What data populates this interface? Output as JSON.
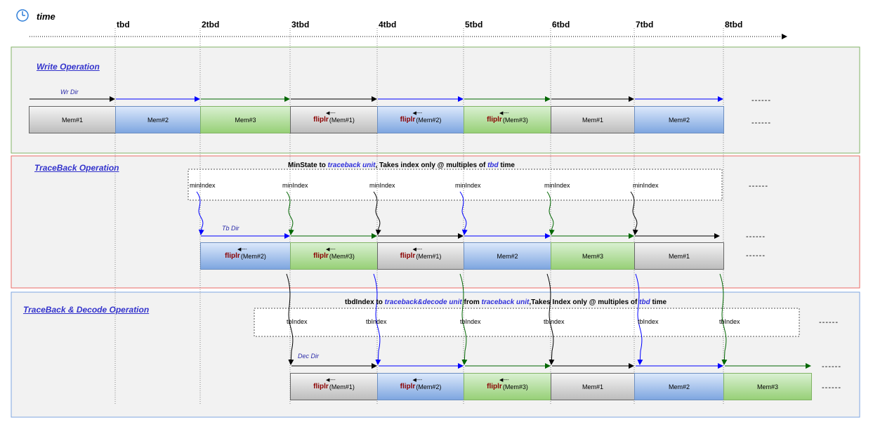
{
  "header": {
    "time_label": "time",
    "clock_icon": "clock-icon"
  },
  "ticks": [
    "tbd",
    "2tbd",
    "3tbd",
    "4tbd",
    "5tbd",
    "6tbd",
    "7tbd",
    "8tbd"
  ],
  "colors": {
    "write_border": "#82b366",
    "traceback_border": "#ea6b66",
    "decode_border": "#7ea6e0",
    "blue": "#0000ff",
    "green": "#006600",
    "black": "#000000"
  },
  "write": {
    "title": "Write Operation",
    "dir": "Wr Dir",
    "blocks": [
      {
        "prefix": "",
        "label": "Mem#1",
        "color": "gray"
      },
      {
        "prefix": "",
        "label": "Mem#2",
        "color": "blue"
      },
      {
        "prefix": "",
        "label": "Mem#3",
        "color": "green"
      },
      {
        "prefix": "fliplr",
        "label": "(Mem#1)",
        "color": "gray"
      },
      {
        "prefix": "fliplr",
        "label": "(Mem#2)",
        "color": "blue"
      },
      {
        "prefix": "fliplr",
        "label": "(Mem#3)",
        "color": "green"
      },
      {
        "prefix": "",
        "label": "Mem#1",
        "color": "gray"
      },
      {
        "prefix": "",
        "label": "Mem#2",
        "color": "blue"
      }
    ],
    "arrow_colors": [
      "black",
      "blue",
      "green",
      "black",
      "blue",
      "green",
      "black",
      "blue"
    ]
  },
  "traceback": {
    "title": "TraceBack Operation",
    "note": [
      "MinState to ",
      "traceback unit",
      ", Takes index only @ multiples of ",
      "tbd",
      " time"
    ],
    "index_label": "minIndex",
    "dir": "Tb Dir",
    "index_colors": [
      "blue",
      "green",
      "black",
      "blue",
      "green",
      "black"
    ],
    "blocks": [
      {
        "prefix": "fliplr",
        "label": "(Mem#2)",
        "color": "blue"
      },
      {
        "prefix": "fliplr",
        "label": "(Mem#3)",
        "color": "green"
      },
      {
        "prefix": "fliplr",
        "label": "(Mem#1)",
        "color": "gray"
      },
      {
        "prefix": "",
        "label": "Mem#2",
        "color": "blue"
      },
      {
        "prefix": "",
        "label": "Mem#3",
        "color": "green"
      },
      {
        "prefix": "",
        "label": "Mem#1",
        "color": "gray"
      }
    ]
  },
  "decode": {
    "title": "TraceBack & Decode Operation",
    "note": [
      "tbdIndex to ",
      "traceback&decode unit",
      " from ",
      "traceback unit",
      ",Takes Index only @ multiples of ",
      "tbd",
      " time"
    ],
    "index_label": "tbIndex",
    "dir": "Dec Dir",
    "index_colors": [
      "black",
      "blue",
      "green",
      "black",
      "blue",
      "green"
    ],
    "blocks": [
      {
        "prefix": "fliplr",
        "label": "(Mem#1)",
        "color": "gray"
      },
      {
        "prefix": "fliplr",
        "label": "(Mem#2)",
        "color": "blue"
      },
      {
        "prefix": "fliplr",
        "label": "(Mem#3)",
        "color": "green"
      },
      {
        "prefix": "",
        "label": "Mem#1",
        "color": "gray"
      },
      {
        "prefix": "",
        "label": "Mem#2",
        "color": "blue"
      },
      {
        "prefix": "",
        "label": "Mem#3",
        "color": "green"
      }
    ]
  },
  "ellipsis": "------"
}
